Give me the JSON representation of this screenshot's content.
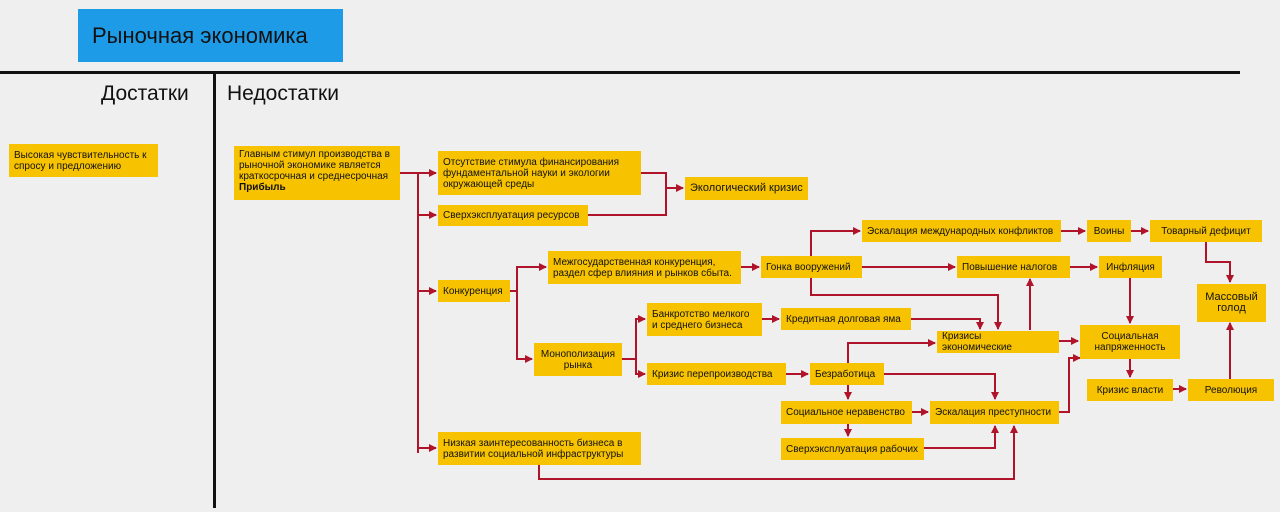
{
  "title": "Рыночная экономика",
  "columns": {
    "pros": "Достатки",
    "cons": "Недостатки"
  },
  "nodes": {
    "sensitivity": "Высокая чувствительность к спросу и предложению",
    "stimulus_main": "Главным стимул производства в рыночной экономике является краткосрочная и среднесрочная",
    "stimulus_bold": "Прибыль",
    "no_funding": "Отсутствие стимула финансирования фундаментальной науки и экологии окружающей среды",
    "overexploit_res": "Сверхэксплуатация ресурсов",
    "eco_crisis": "Экологический кризис",
    "competition": "Конкуренция",
    "interstate": "Межгосударственная конкуренция, раздел сфер влияния и рынков сбыта.",
    "arms_race": "Гонка вооружений",
    "escalation_conflicts": "Эскалация международных конфликтов",
    "wars": "Воины",
    "deficit": "Товарный дефицит",
    "mass_hunger": "Массовый голод",
    "taxes": "Повышение налогов",
    "inflation": "Инфляция",
    "monopoly": "Монополизация рынка",
    "bankruptcy": "Банкротство мелкого и среднего бизнеса",
    "credit_pit": "Кредитная долговая яма",
    "econ_crises": "Кризисы экономические",
    "social_tension": "Социальная напряженность",
    "overproduction": "Кризис перепроизводства",
    "unemployment": "Безработица",
    "power_crisis": "Кризис власти",
    "revolution": "Революция",
    "inequality": "Социальное неравенство",
    "crime": "Эскалация преступности",
    "overexploit_workers": "Сверхэксплуатация рабочих",
    "low_interest": "Низкая заинтересованность бизнеса в развитии социальной инфраструктуры"
  },
  "colors": {
    "node": "#f7c300",
    "edge": "#b0142a",
    "title_bg": "#1e9be6"
  }
}
